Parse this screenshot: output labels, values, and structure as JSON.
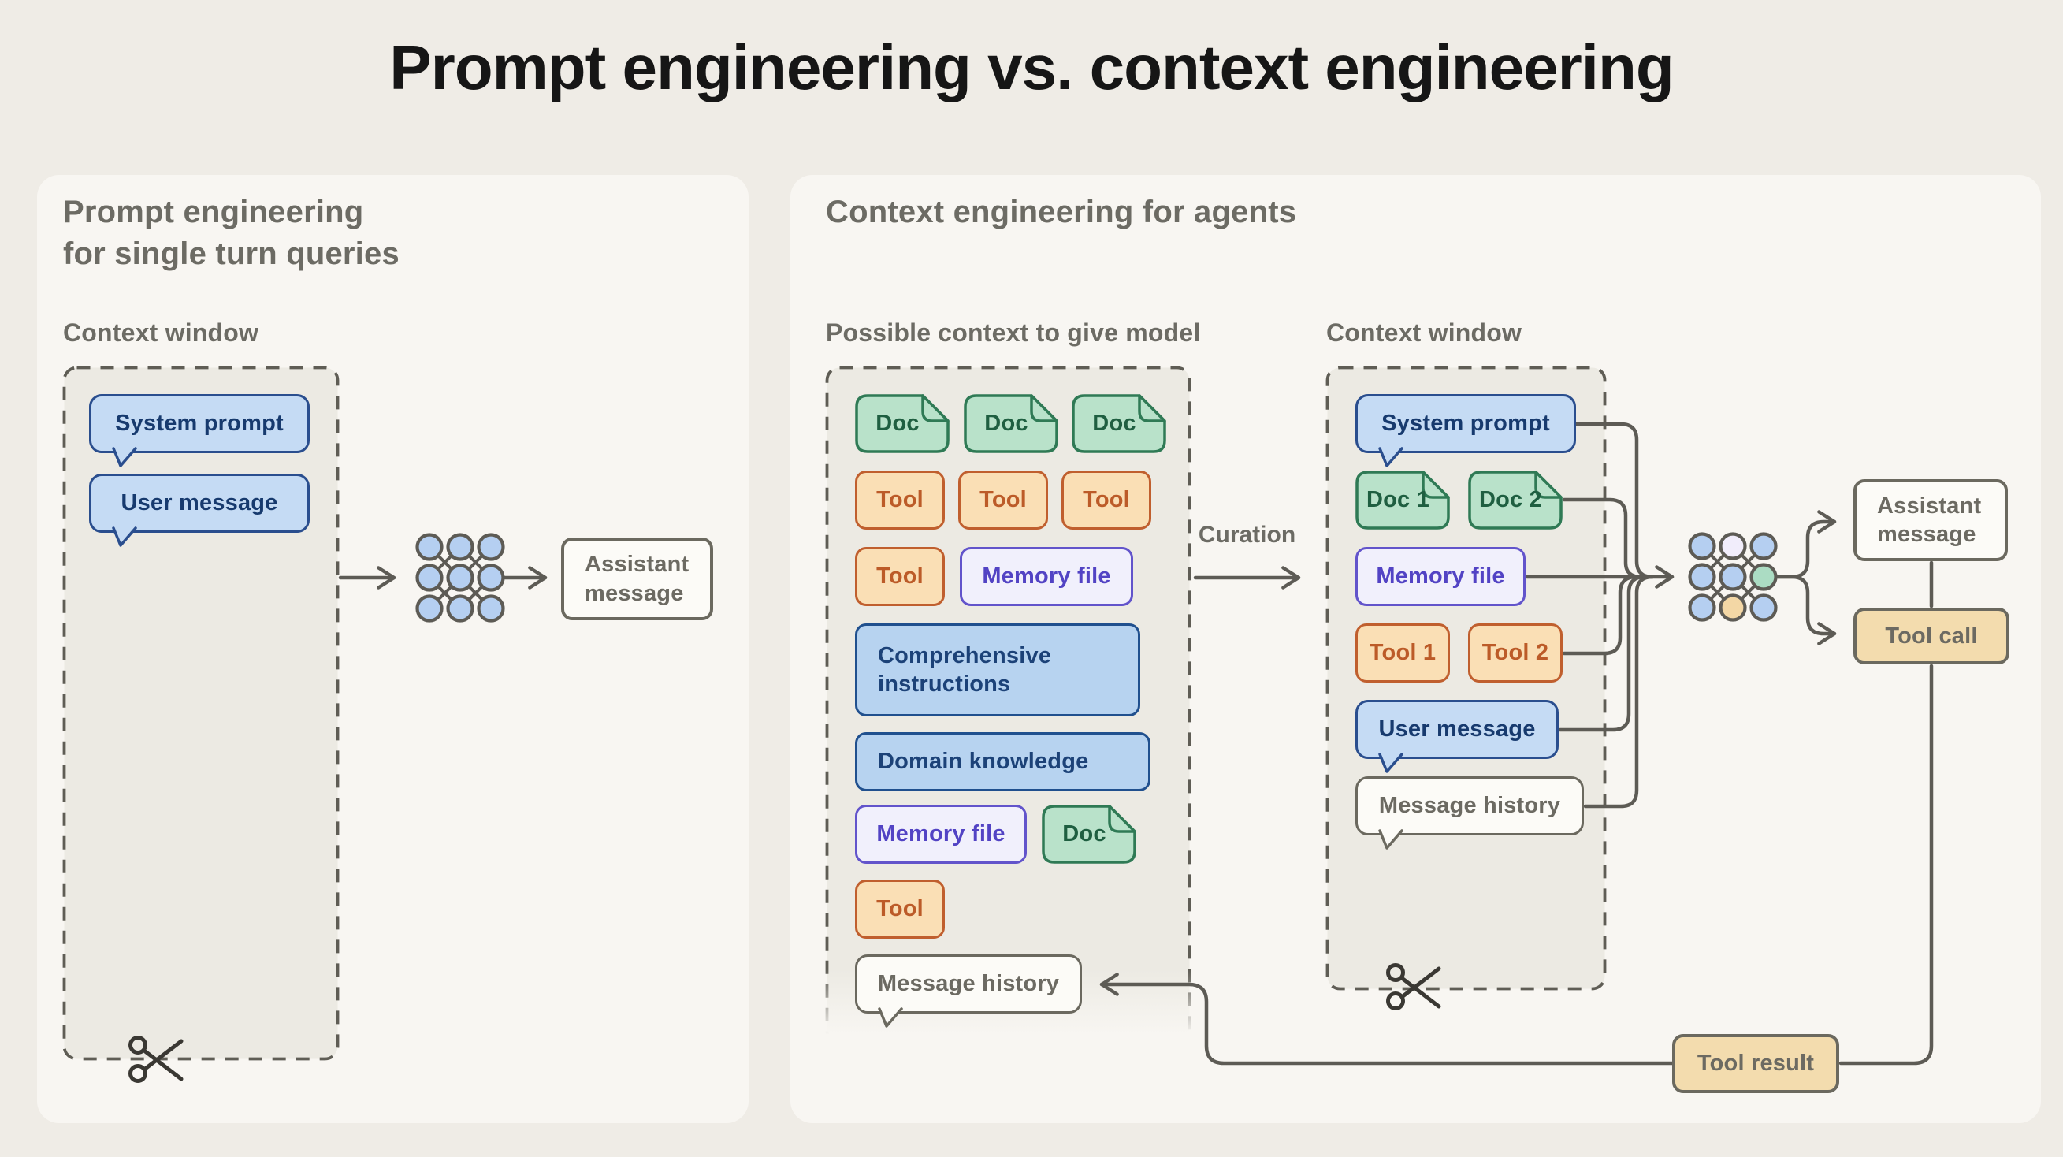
{
  "title": "Prompt engineering vs. context engineering",
  "colors": {
    "page_bg": "#efece6",
    "card_bg": "#f8f6f2",
    "well_bg": "#eceae3",
    "dash": "#5f5d55",
    "line": "#5d5b55",
    "scissors": "#3a3833",
    "title_text": "#161616",
    "heading_text": "#6c6b64",
    "bubble_blue_bg": "#c5dbf4",
    "bubble_blue_border": "#2a4e8e",
    "bubble_blue_text": "#173a6e",
    "rect_blue_bg": "#b7d3f0",
    "rect_blue_border": "#20508e",
    "rect_blue_text": "#1c4278",
    "doc_bg": "#b9e2ca",
    "doc_border": "#2f7a55",
    "doc_text": "#1f5f41",
    "tool_bg": "#fadfb5",
    "tool_border": "#c05f2e",
    "tool_text": "#bc5b28",
    "memory_bg": "#f1f0fc",
    "memory_border": "#6254cb",
    "memory_text": "#5243c4",
    "neutral_bg": "#fcfbf7",
    "neutral_border": "#6b695f",
    "neutral_text": "#6c6a62",
    "tan_bg": "#f3dcae",
    "net_blue": "#b5cff1",
    "net_lavender": "#f1edfb",
    "net_green": "#abdcc3",
    "net_orange": "#f3d7a5"
  },
  "left_panel": {
    "heading_line1": "Prompt engineering",
    "heading_line2": "for single turn queries",
    "context_window_label": "Context window",
    "system_prompt": "System prompt",
    "user_message": "User message",
    "assistant_message": "Assistant message"
  },
  "right_panel": {
    "heading": "Context engineering for agents",
    "possible_context_label": "Possible context to give model",
    "context_window_label": "Context window",
    "curation_label": "Curation",
    "possible_context": {
      "doc": "Doc",
      "tool": "Tool",
      "memory_file": "Memory file",
      "comprehensive_instructions": "Comprehensive instructions",
      "domain_knowledge": "Domain knowledge",
      "message_history": "Message history"
    },
    "context_window": {
      "system_prompt": "System prompt",
      "doc_1": "Doc 1",
      "doc_2": "Doc 2",
      "memory_file": "Memory file",
      "tool_1": "Tool 1",
      "tool_2": "Tool 2",
      "user_message": "User message",
      "message_history": "Message history"
    },
    "outputs": {
      "assistant_message": "Assistant message",
      "tool_call": "Tool call",
      "tool_result": "Tool result"
    }
  }
}
